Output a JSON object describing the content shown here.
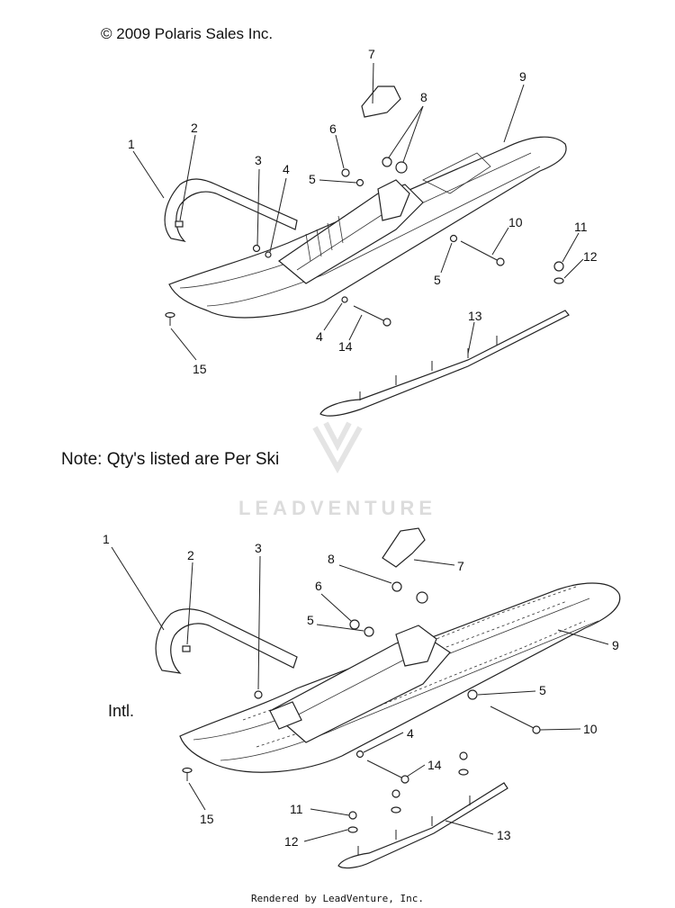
{
  "copyright": "© 2009 Polaris Sales Inc.",
  "note": "Note: Qty's listed are Per Ski",
  "intl_label": "Intl.",
  "watermark": "LEADVENTURE",
  "footer": "Rendered by LeadVenture, Inc.",
  "top_callouts": [
    "1",
    "2",
    "3",
    "4",
    "5",
    "6",
    "7",
    "8",
    "9",
    "10",
    "11",
    "12",
    "5",
    "4",
    "14",
    "15",
    "13"
  ],
  "bottom_callouts": [
    "1",
    "2",
    "3",
    "8",
    "7",
    "6",
    "5",
    "9",
    "5",
    "10",
    "4",
    "14",
    "11",
    "12",
    "13",
    "15"
  ]
}
